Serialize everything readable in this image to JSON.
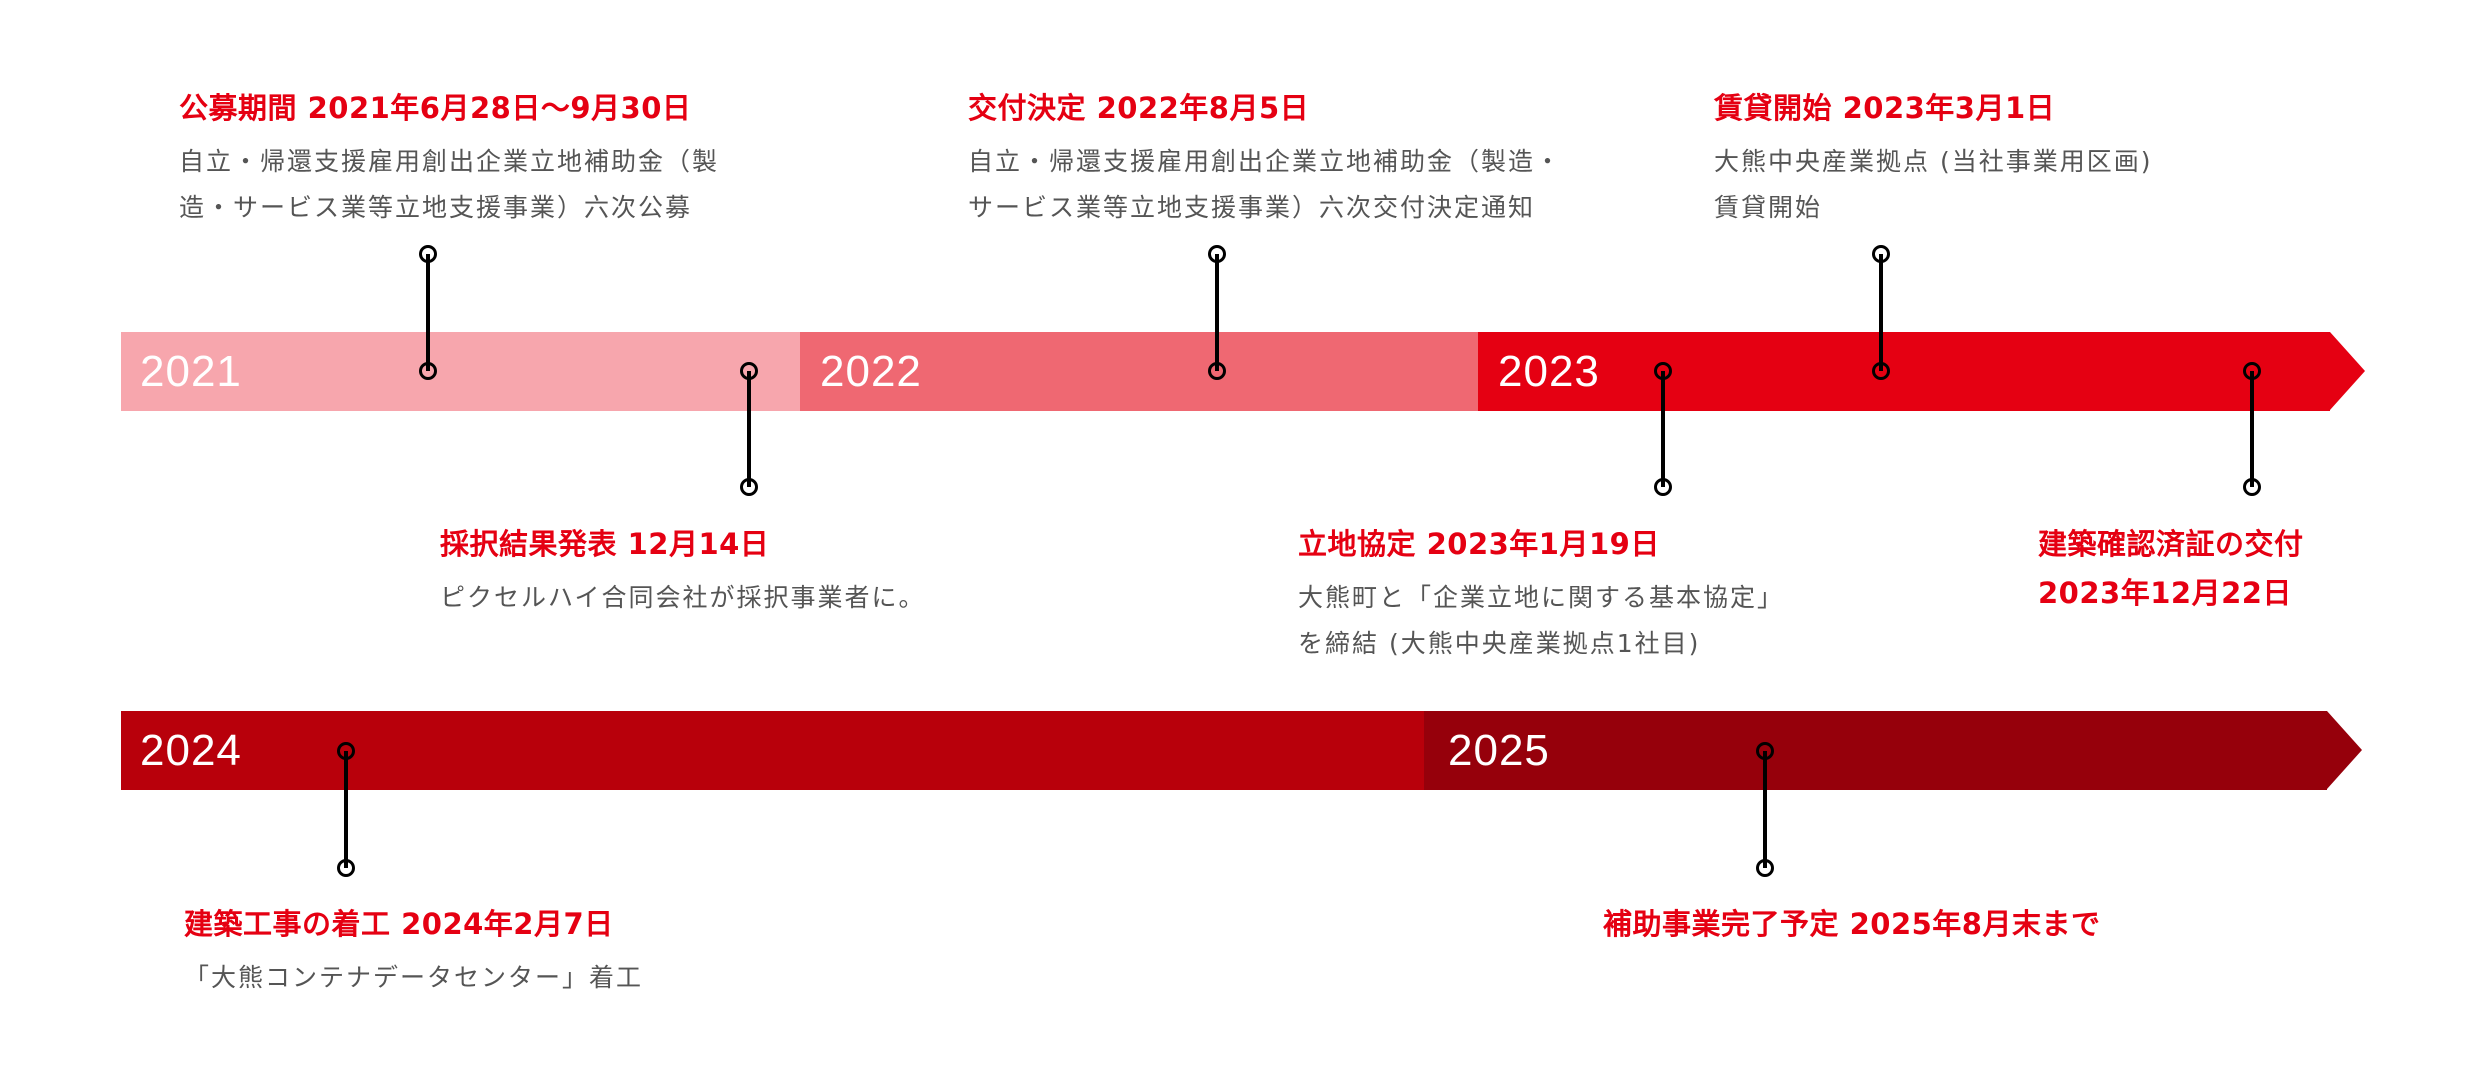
{
  "colors": {
    "y2021": "#f7a6ad",
    "y2022": "#ef6872",
    "y2023": "#e50012",
    "y2024": "#b8000b",
    "y2025": "#96000b",
    "title": "#e50012",
    "text": "#555555"
  },
  "years": [
    "2021",
    "2022",
    "2023",
    "2024",
    "2025"
  ],
  "events": [
    {
      "title": [
        "公募期間 2021年6月28日〜9月30日"
      ],
      "desc": [
        "自立・帰還支援雇用創出企業立地補助金（製",
        "造・サービス業等立地支援事業）六次公募"
      ]
    },
    {
      "title": [
        "採択結果発表 12月14日"
      ],
      "desc": [
        "ピクセルハイ合同会社が採択事業者に。"
      ]
    },
    {
      "title": [
        "交付決定 2022年8月5日"
      ],
      "desc": [
        "自立・帰還支援雇用創出企業立地補助金（製造・",
        "サービス業等立地支援事業）六次交付決定通知"
      ]
    },
    {
      "title": [
        "賃貸開始 2023年3月1日"
      ],
      "desc": [
        "大熊中央産業拠点 (当社事業用区画)",
        "賃貸開始"
      ]
    },
    {
      "title": [
        "立地協定 2023年1月19日"
      ],
      "desc": [
        "大熊町と「企業立地に関する基本協定」",
        "を締結 (大熊中央産業拠点1社目)"
      ]
    },
    {
      "title": [
        "建築確認済証の交付",
        "2023年12月22日"
      ],
      "desc": []
    },
    {
      "title": [
        "建築工事の着工 2024年2月7日"
      ],
      "desc": [
        "「大熊コンテナデータセンター」着工"
      ]
    },
    {
      "title": [
        "補助事業完了予定 2025年8月末まで"
      ],
      "desc": []
    }
  ]
}
